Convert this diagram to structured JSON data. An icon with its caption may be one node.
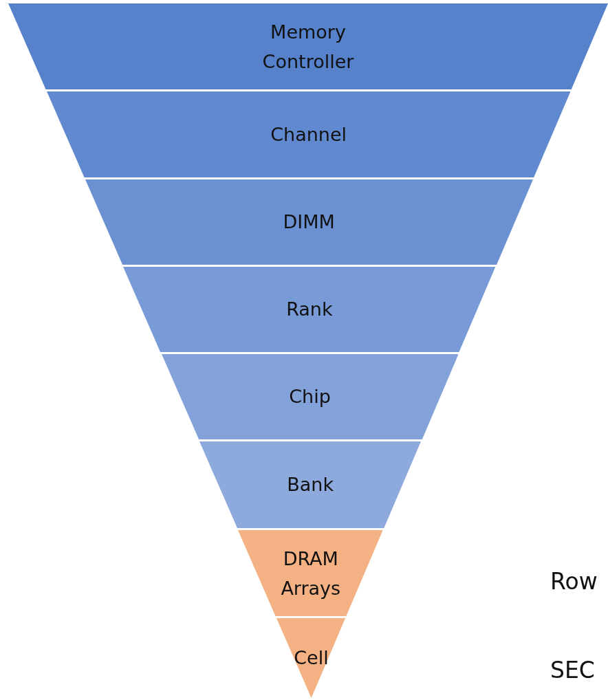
{
  "diagram": {
    "nodes": [
      {
        "text": [
          "Memory Controller"
        ]
      },
      {
        "text": [
          "Channel"
        ]
      },
      {
        "text": [
          "DIMM"
        ]
      },
      {
        "text": [
          "Rank"
        ]
      },
      {
        "text": [
          "Chip"
        ]
      },
      {
        "text": [
          "Bank"
        ]
      },
      {
        "text": [
          "DRAM Arrays"
        ]
      },
      {
        "text": [
          "Cell"
        ]
      }
    ],
    "edges": [],
    "labels": [
      "Row",
      "SEC"
    ]
  }
}
